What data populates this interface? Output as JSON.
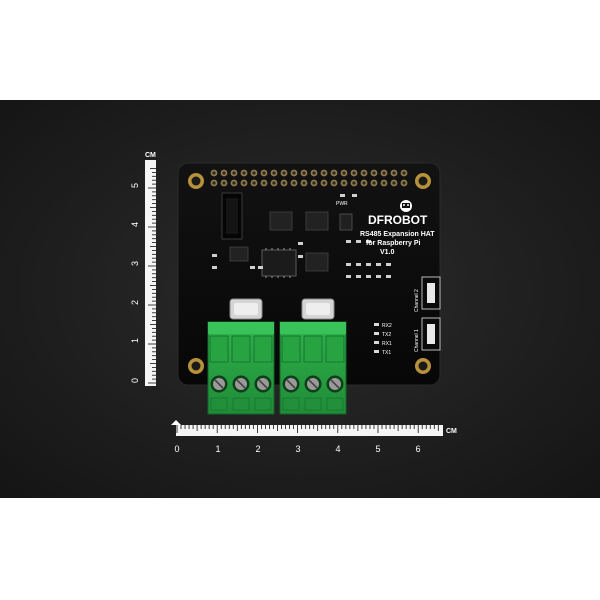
{
  "photo": {
    "board": {
      "brand": "DFROBOT",
      "title_line1": "RS485 Expansion HAT",
      "title_line2": "for Raspberry Pi",
      "version": "V1.0",
      "pwr_label": "PWR",
      "led_labels": [
        "RX2",
        "TX2",
        "RX1",
        "TX1"
      ],
      "channel_labels": [
        "Channel 2",
        "Channel 1"
      ]
    },
    "vertical_ruler": {
      "unit": "CM",
      "ticks": [
        "0",
        "1",
        "2",
        "3",
        "4",
        "5"
      ]
    },
    "horizontal_ruler": {
      "unit": "CM",
      "ticks": [
        "0",
        "1",
        "2",
        "3",
        "4",
        "5",
        "6"
      ]
    }
  }
}
